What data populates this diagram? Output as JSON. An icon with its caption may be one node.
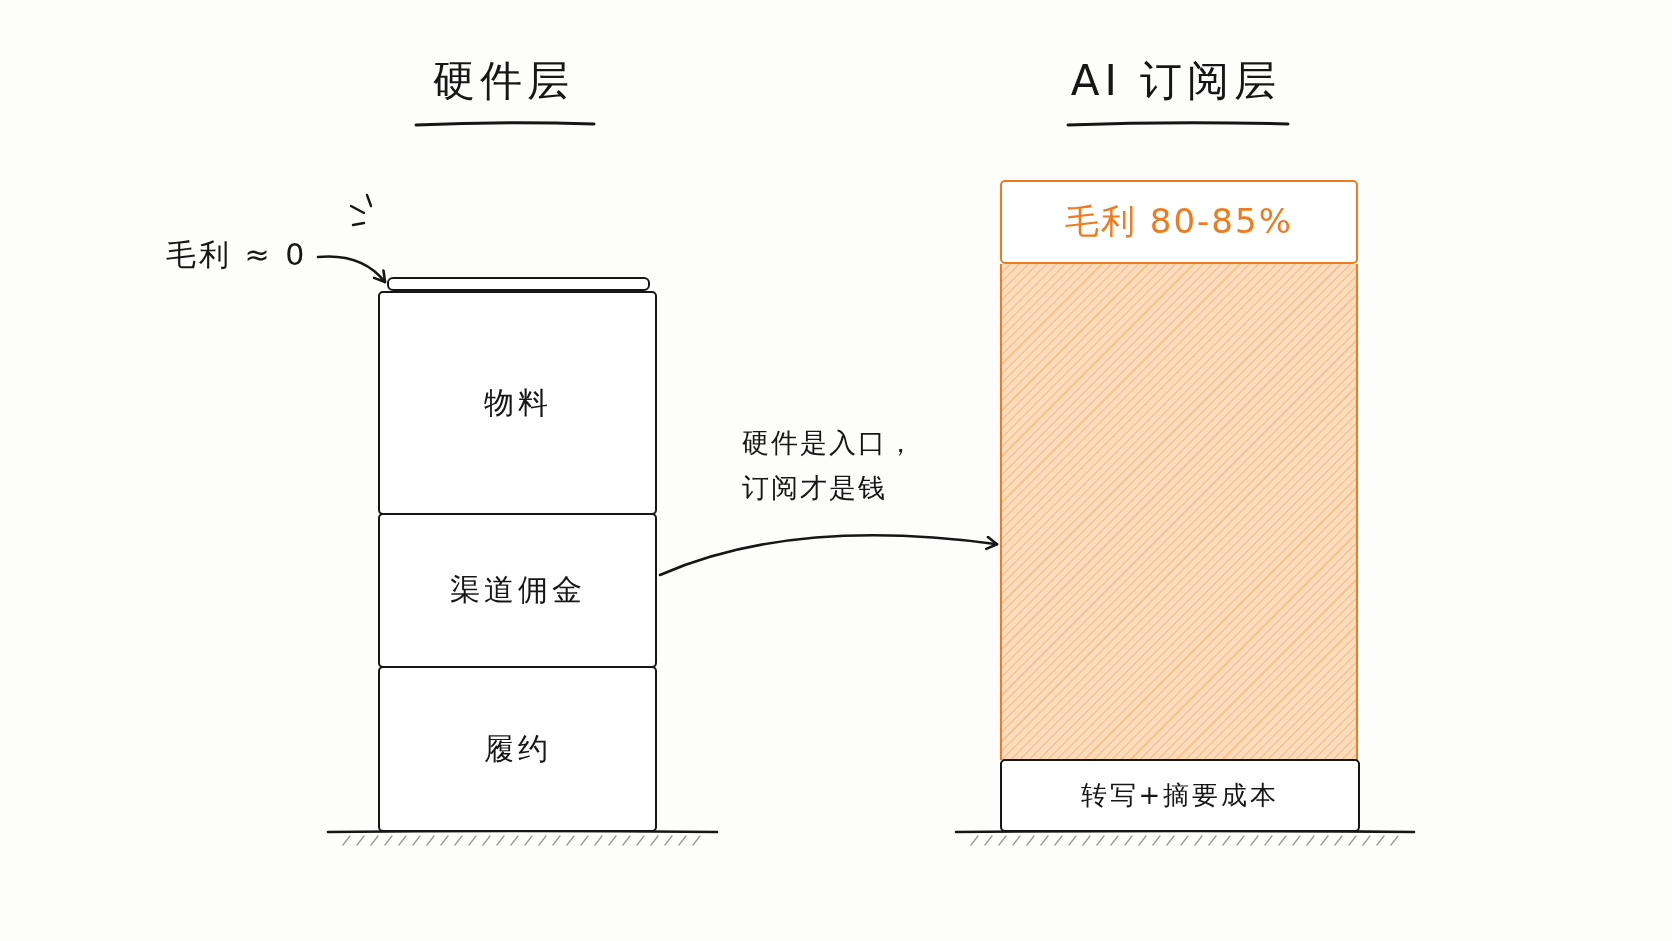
{
  "diagram": {
    "nodes": [
      {
        "text": [
          "毛利 ≈ 0"
        ]
      },
      {
        "text": [],
        "shape": "bar"
      },
      {
        "text": [
          "物料"
        ]
      },
      {
        "text": [
          "渠道佣金"
        ]
      },
      {
        "text": [
          "履约"
        ]
      },
      {
        "text": [
          "毛利 80-85%"
        ]
      },
      {
        "text": [],
        "shape": "box"
      },
      {
        "text": [
          "转写+摘要成本"
        ]
      }
    ],
    "edges": [
      {
        "from": 0,
        "to": 1,
        "arrow": "to"
      },
      {
        "from": 3,
        "to": 6,
        "arrow": "to",
        "label": "硬件是入口，订阅才是钱"
      }
    ],
    "labels": [
      "硬件层",
      "AI 订阅层"
    ]
  }
}
